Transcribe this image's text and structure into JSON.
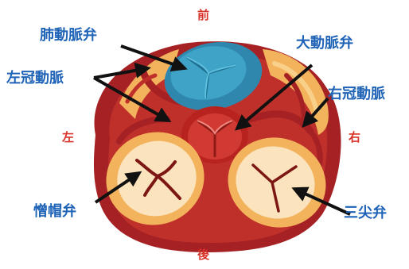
{
  "directions": {
    "front": "前",
    "back": "後",
    "left": "左",
    "right": "右"
  },
  "labels": {
    "pulmonary_valve": "肺動脈弁",
    "aortic_valve": "大動脈弁",
    "left_coronary_artery": "左冠動脈",
    "right_coronary_artery": "右冠動脈",
    "mitral_valve": "憎帽弁",
    "tricuspid_valve": "三尖弁"
  },
  "colors": {
    "label_text": "#1f63b7",
    "direction_text": "#d8342a",
    "pulmonary_valve": "#3a9ec0",
    "artery": "#b8231f",
    "fat": "#f3b35d"
  }
}
